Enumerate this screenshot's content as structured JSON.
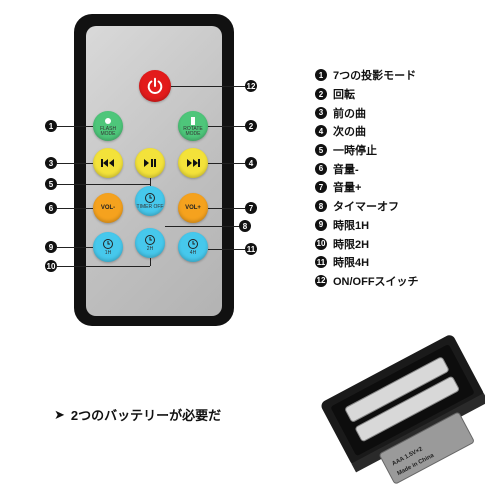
{
  "remote": {
    "buttons": {
      "power": {
        "icon": "power-icon"
      },
      "flash": {
        "label": "FLASH\nMODE"
      },
      "rotate": {
        "label": "ROTATE\nMODE"
      },
      "prev": {
        "icon": "skip-back-icon"
      },
      "play": {
        "icon": "play-pause-icon"
      },
      "next": {
        "icon": "skip-forward-icon"
      },
      "vol_minus": {
        "label": "VOL-"
      },
      "timer": {
        "label": "TIMER OFF"
      },
      "vol_plus": {
        "label": "VOL+"
      },
      "t1h": {
        "label": "1H"
      },
      "t2h": {
        "label": "2H"
      },
      "t4h": {
        "label": "4H"
      }
    },
    "callouts": [
      "1",
      "2",
      "3",
      "4",
      "5",
      "6",
      "7",
      "8",
      "9",
      "10",
      "11",
      "12"
    ]
  },
  "legend": [
    {
      "num": "1",
      "text": "7つの投影モード"
    },
    {
      "num": "2",
      "text": "回転"
    },
    {
      "num": "3",
      "text": "前の曲"
    },
    {
      "num": "4",
      "text": "次の曲"
    },
    {
      "num": "5",
      "text": "一時停止"
    },
    {
      "num": "6",
      "text": "音量-"
    },
    {
      "num": "7",
      "text": "音量+"
    },
    {
      "num": "8",
      "text": "タイマーオフ"
    },
    {
      "num": "9",
      "text": "時限1H"
    },
    {
      "num": "10",
      "text": "時限2H"
    },
    {
      "num": "11",
      "text": "時限4H"
    },
    {
      "num": "12",
      "text": "ON/OFFスイッチ"
    }
  ],
  "battery_note": {
    "arrow": "➤",
    "text": "2つのバッテリーが必要だ"
  },
  "battery_cover": {
    "line1": "AAA 1.5V×2",
    "line2": "Made in China"
  },
  "colors": {
    "red": "#e31b1b",
    "green": "#4ec67a",
    "yellow": "#f3e23a",
    "orange": "#f5a21e",
    "cyan": "#46c8ec"
  }
}
